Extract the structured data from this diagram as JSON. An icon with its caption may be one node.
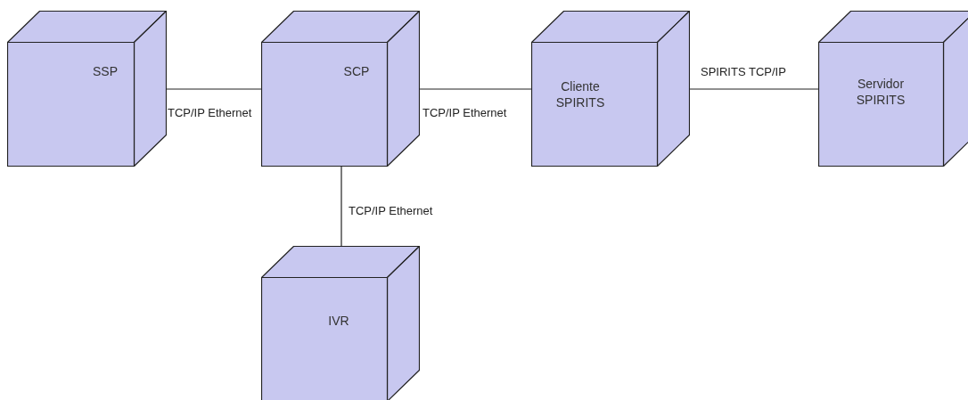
{
  "diagram": {
    "nodes": [
      {
        "text": [
          "SSP"
        ]
      },
      {
        "text": [
          "SCP"
        ]
      },
      {
        "text": [
          "Cliente SPIRITS"
        ]
      },
      {
        "text": [
          "Servidor SPIRITS"
        ]
      },
      {
        "text": [
          "IVR"
        ]
      }
    ],
    "edges": [
      {
        "from": 0,
        "to": 1,
        "arrow": "none",
        "label": "TCP/IP Ethernet"
      },
      {
        "from": 1,
        "to": 2,
        "arrow": "none",
        "label": "TCP/IP Ethernet"
      },
      {
        "from": 2,
        "to": 3,
        "arrow": "none",
        "label": "SPIRITS TCP/IP"
      },
      {
        "from": 1,
        "to": 4,
        "arrow": "none",
        "label": "TCP/IP Ethernet"
      }
    ]
  }
}
